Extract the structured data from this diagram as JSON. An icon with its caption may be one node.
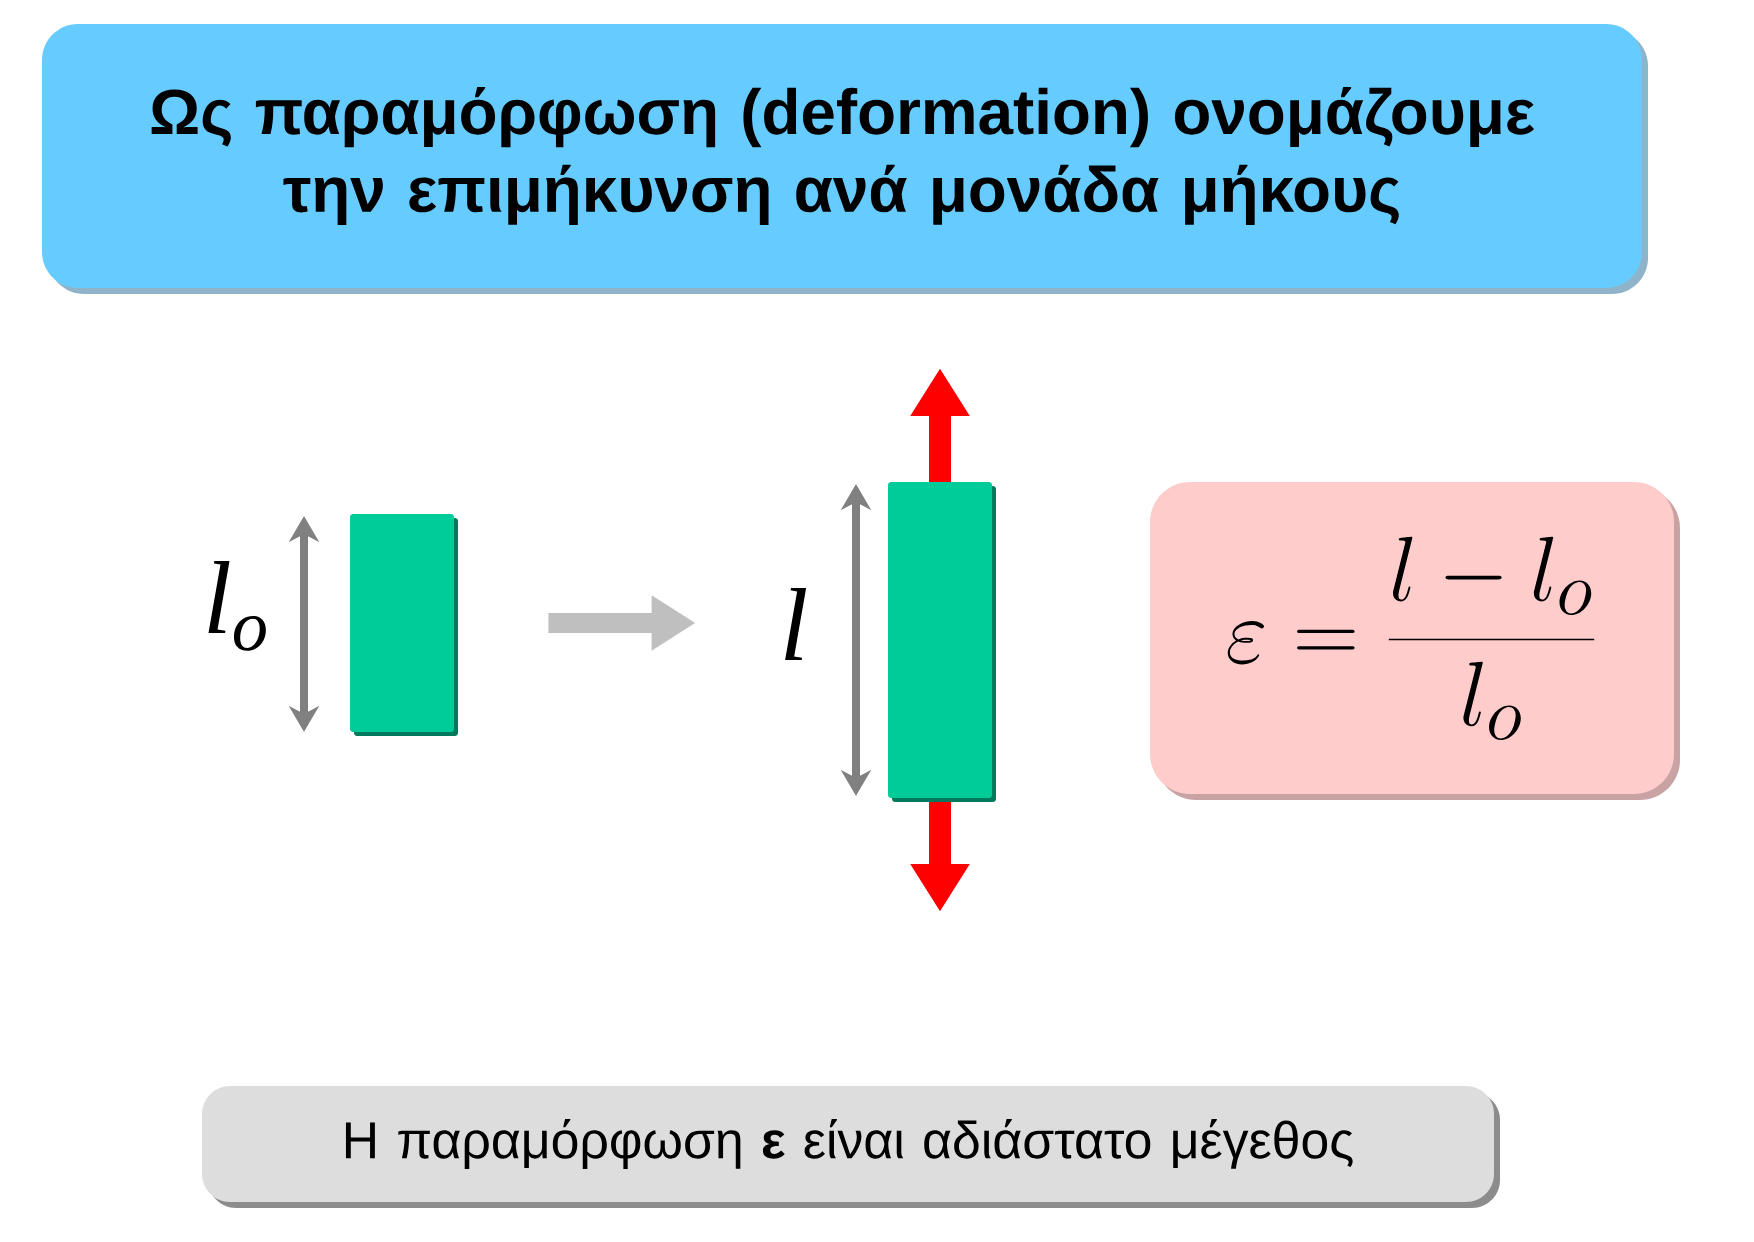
{
  "diagram": {
    "nodes": [
      {
        "text": [
          "Ως παραμόρφωση (deformation) ονομάζουμε την επιμήκυνση ανά μονάδα μήκους"
        ]
      },
      {
        "text": [],
        "shape": "bar",
        "beside": [
          "l$_{o}$"
        ]
      },
      {
        "text": [],
        "shape": "bar",
        "beside": [
          "l"
        ]
      },
      {
        "text": [
          "\\varepsilon = \\frac{l - l_{o}}{l_{o}}"
        ]
      },
      {
        "text": [
          "Η παραμόρφωση **ε** είναι αδιάστατο μέγεθος"
        ]
      }
    ],
    "edges": [
      {
        "from": 1,
        "to": 2,
        "arrow": "to"
      }
    ]
  }
}
